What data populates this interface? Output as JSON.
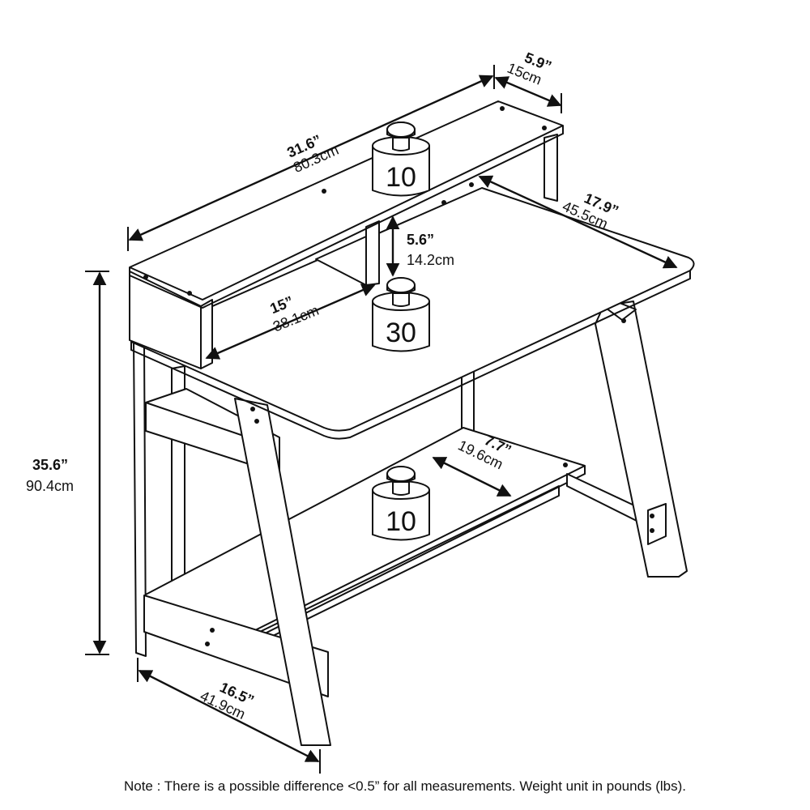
{
  "dimensions": {
    "width": {
      "inch": "31.6”",
      "cm": "80.3cm"
    },
    "hutch_depth": {
      "inch": "5.9”",
      "cm": "15cm"
    },
    "desk_depth": {
      "inch": "17.9”",
      "cm": "45.5cm"
    },
    "hutch_gap": {
      "inch": "5.6”",
      "cm": "14.2cm"
    },
    "hutch_cubby": {
      "inch": "15”",
      "cm": "38.1cm"
    },
    "height": {
      "inch": "35.6”",
      "cm": "90.4cm"
    },
    "shelf_depth": {
      "inch": "7.7”",
      "cm": "19.6cm"
    },
    "base_depth": {
      "inch": "16.5”",
      "cm": "41.9cm"
    }
  },
  "weights": {
    "hutch": "10",
    "desktop": "30",
    "shelf": "10"
  },
  "note": "Note : There is a possible difference <0.5” for all measurements. Weight unit in pounds (lbs)."
}
